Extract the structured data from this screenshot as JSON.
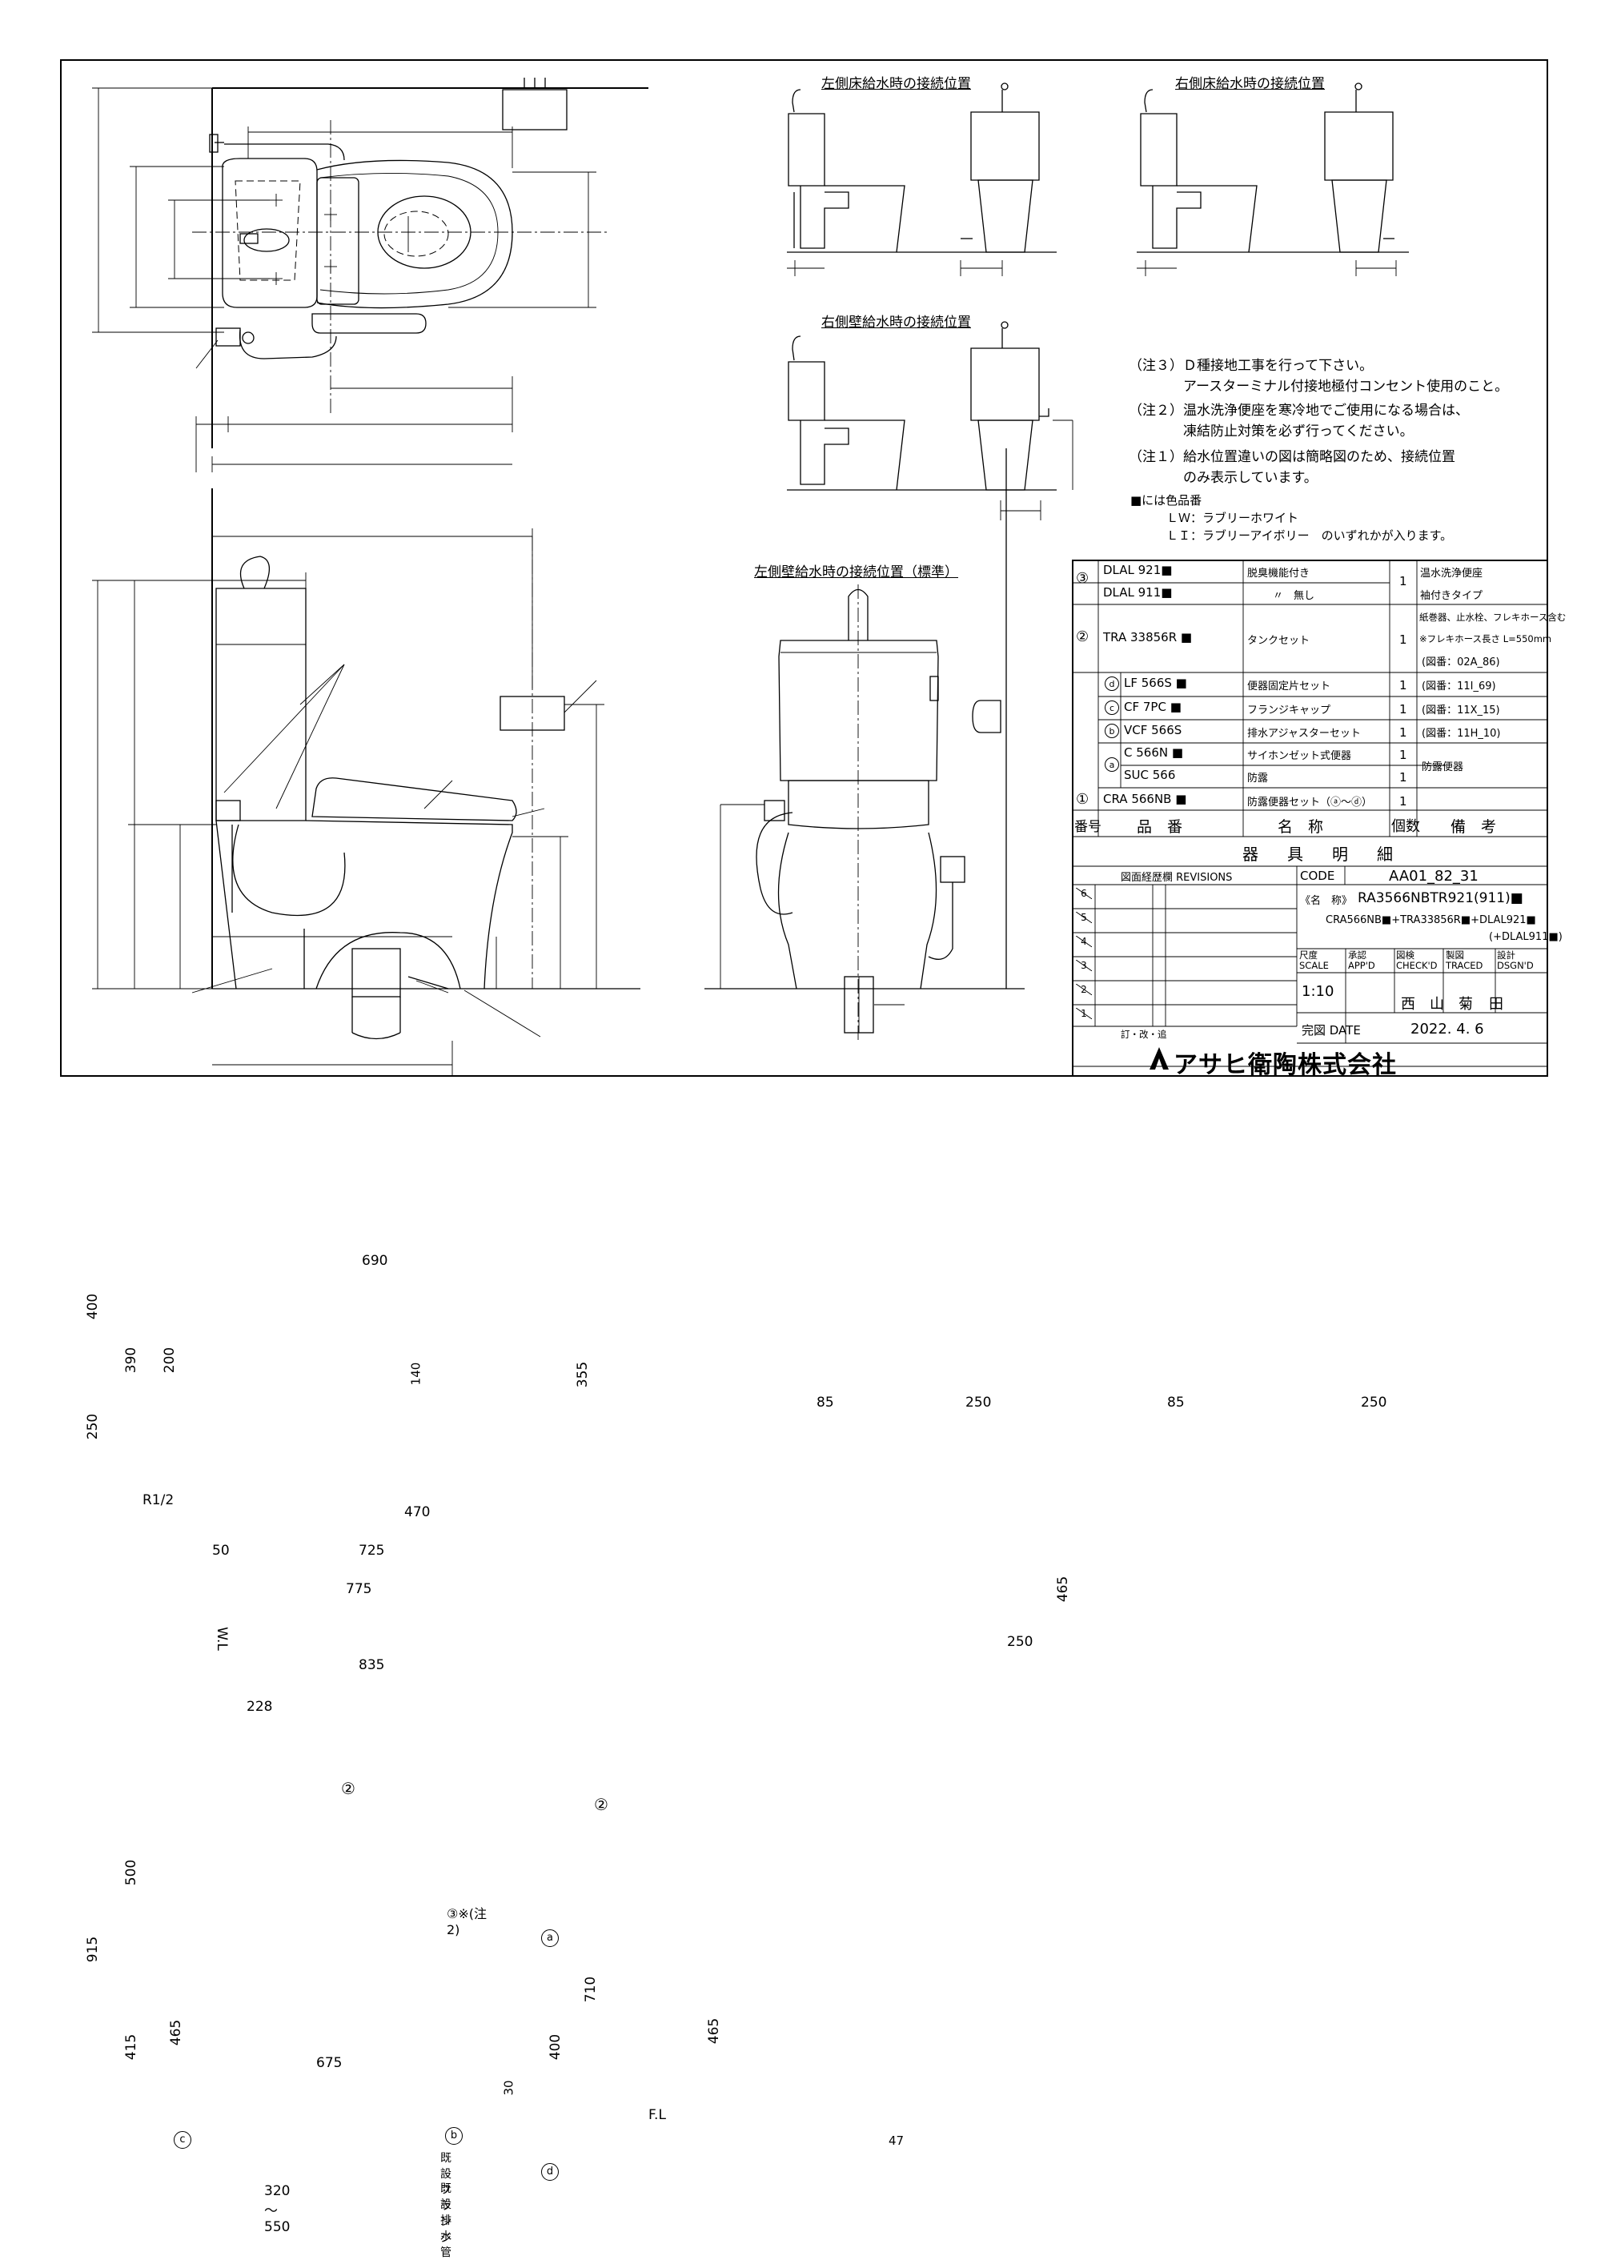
{
  "views": {
    "left_floor_title": "左側床給水時の接続位置",
    "right_floor_title": "右側床給水時の接続位置",
    "right_wall_title": "右側壁給水時の接続位置",
    "left_wall_title": "左側壁給水時の接続位置（標準）"
  },
  "dimensions": {
    "plan_690": "690",
    "plan_400": "400",
    "plan_390": "390",
    "plan_200": "200",
    "plan_140": "140",
    "plan_355": "355",
    "plan_250": "250",
    "plan_r12": "R1/2",
    "plan_470": "470",
    "plan_50": "50",
    "plan_725": "725",
    "plan_775": "775",
    "lf_85": "85",
    "lf_250": "250",
    "rf_85": "85",
    "rf_250": "250",
    "rw_465": "465",
    "rw_250": "250",
    "side_wl": "W.L",
    "side_835": "835",
    "side_228": "228",
    "side_500": "500",
    "side_915": "915",
    "side_415": "415",
    "side_465": "465",
    "side_710": "710",
    "side_400": "400",
    "side_675": "675",
    "side_30": "30",
    "side_fl": "F.L",
    "side_320_550": "320～550",
    "front_465": "465",
    "front_47": "47"
  },
  "callouts": {
    "c2a": "②",
    "c2b": "②",
    "c3": "③※(注2)",
    "ca": "a",
    "cb": "b",
    "cc": "c",
    "cd": "d",
    "flange": "既設フランジ",
    "drain": "既設排水管"
  },
  "notes": {
    "n3": "（注３）Ｄ種接地工事を行って下さい。\n　　　　アースターミナル付接地極付コンセント使用のこと。",
    "n2": "（注２）温水洗浄便座を寒冷地でご使用になる場合は、\n　　　　凍結防止対策を必ず行ってください。",
    "n1": "（注１）給水位置違いの図は簡略図のため、接続位置\n　　　　のみ表示しています。",
    "color": "■には色品番\n　　　ＬＷ：ラブリーホワイト\n　　　ＬＩ：ラブリーアイボリー　のいずれかが入ります。"
  },
  "parts": {
    "r3_no": "③",
    "r3a_code": "DLAL 921■",
    "r3a_name": "脱臭機能付き",
    "r3b_code": "DLAL 911■",
    "r3b_name": "〃　無し",
    "r3_qty": "1",
    "r3_rem1": "温水洗浄便座",
    "r3_rem2": "袖付きタイプ",
    "r2_no": "②",
    "r2_code": "TRA 33856R ■",
    "r2_name": "タンクセット",
    "r2_qty": "1",
    "r2_rem1": "紙巻器、止水栓、フレキホース含む",
    "r2_rem2": "※フレキホース長さ L=550mm",
    "r2_rem3": "(図番：02A_86)",
    "rd_no": "d",
    "rd_code": "LF 566S ■",
    "rd_name": "便器固定片セット",
    "rd_qty": "1",
    "rd_rem": "(図番：11I_69)",
    "rc_no": "c",
    "rc_code": "CF 7PC ■",
    "rc_name": "フランジキャップ",
    "rc_qty": "1",
    "rc_rem": "(図番：11X_15)",
    "rb_no": "b",
    "rb_code": "VCF 566S",
    "rb_name": "排水アジャスターセット",
    "rb_qty": "1",
    "rb_rem": "(図番：11H_10)",
    "ra_no": "a",
    "ra1_code": "C 566N ■",
    "ra1_name": "サイホンゼット式便器",
    "ra1_qty": "1",
    "ra2_code": "SUC 566",
    "ra2_name": "防露",
    "ra2_qty": "1",
    "ra_rem": "防露便器",
    "r1_no": "①",
    "r1_code": "CRA 566NB ■",
    "r1_name": "防露便器セット（ⓐ～ⓓ）",
    "r1_qty": "1",
    "h_no": "番号",
    "h_code": "品　番",
    "h_name": "名　称",
    "h_qty": "個数",
    "h_rem": "備　考",
    "h_title": "器　具　明　細"
  },
  "titleblock": {
    "revisions": "図面経歴欄 REVISIONS",
    "code_label": "CODE",
    "code": "AA01_82_31",
    "name_label": "《名　称》",
    "name1": "RA3566NBTR921(911)■",
    "name2": "CRA566NB■+TRA33856R■+DLAL921■",
    "name3": "(+DLAL911■)",
    "scale_label": "尺度\nSCALE",
    "app_label": "承認\nAPP'D",
    "check_label": "図検\nCHECK'D",
    "traced_label": "製図\nTRACED",
    "dsgn_label": "設計\nDSGN'D",
    "scale": "1:10",
    "checker": "西",
    "tracer": "山",
    "designer1": "菊",
    "designer2": "田",
    "rev_marks": [
      "6",
      "5",
      "4",
      "3",
      "2",
      "1"
    ],
    "rev_footer": "訂・改・追",
    "date_label": "完図 DATE",
    "date": "2022. 4. 6",
    "company": "アサヒ衛陶株式会社"
  }
}
